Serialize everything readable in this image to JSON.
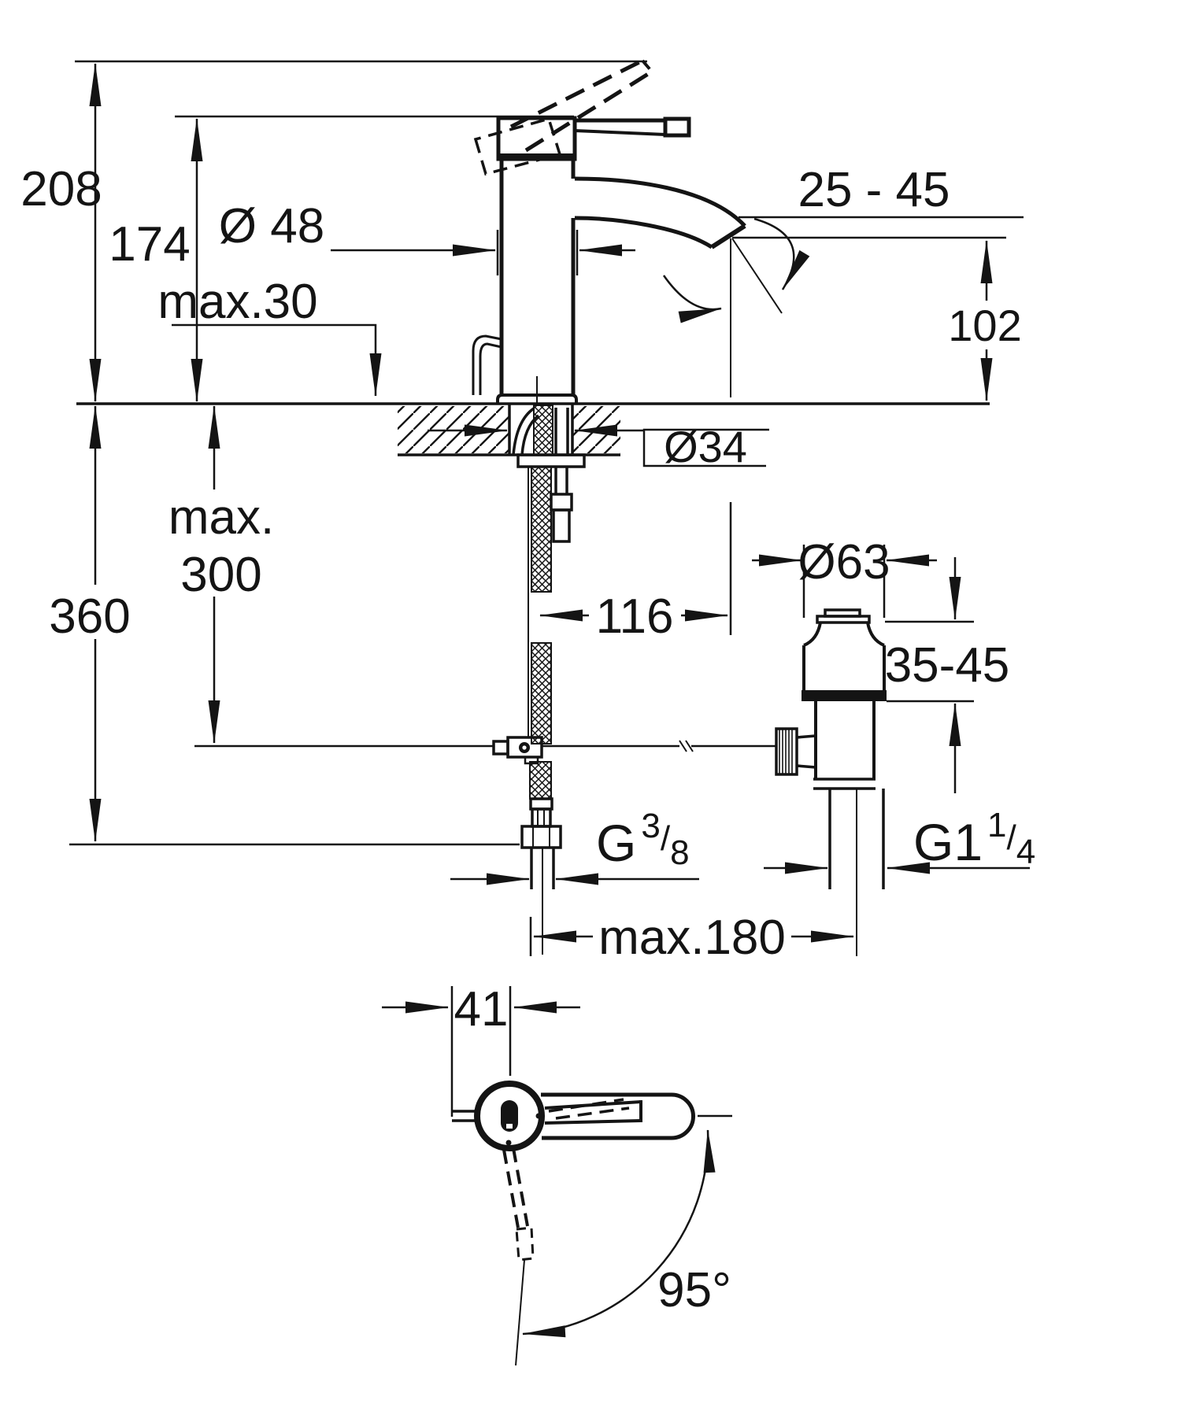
{
  "drawing": {
    "type": "technical-installation-diagram",
    "product": "single-lever basin mixer with pop-up waste",
    "colors": {
      "ink": "#141414",
      "background": "#ffffff"
    },
    "labels": {
      "height_total": "208",
      "height_to_body_top": "174",
      "body_diameter": "Ø 48",
      "deck_thickness": "max.30",
      "spout_stream_angle": "25 - 45",
      "spout_height": "102",
      "hole_diameter": "Ø34",
      "hose_length_line1": "max.",
      "hose_length_line2": "300",
      "below_deck_depth": "360",
      "spout_reach": "116",
      "waste_flange_diameter": "Ø63",
      "basin_clamp_range": "35-45",
      "supply_thread_base": "G",
      "supply_thread_numerator": "3",
      "supply_thread_slash": "/",
      "supply_thread_denominator": "8",
      "waste_thread_base": "G1",
      "waste_thread_numerator": "1",
      "waste_thread_slash": "/",
      "waste_thread_denominator": "4",
      "center_distance": "max.180",
      "handle_hub_width": "41",
      "handle_swivel_angle": "95°"
    }
  }
}
